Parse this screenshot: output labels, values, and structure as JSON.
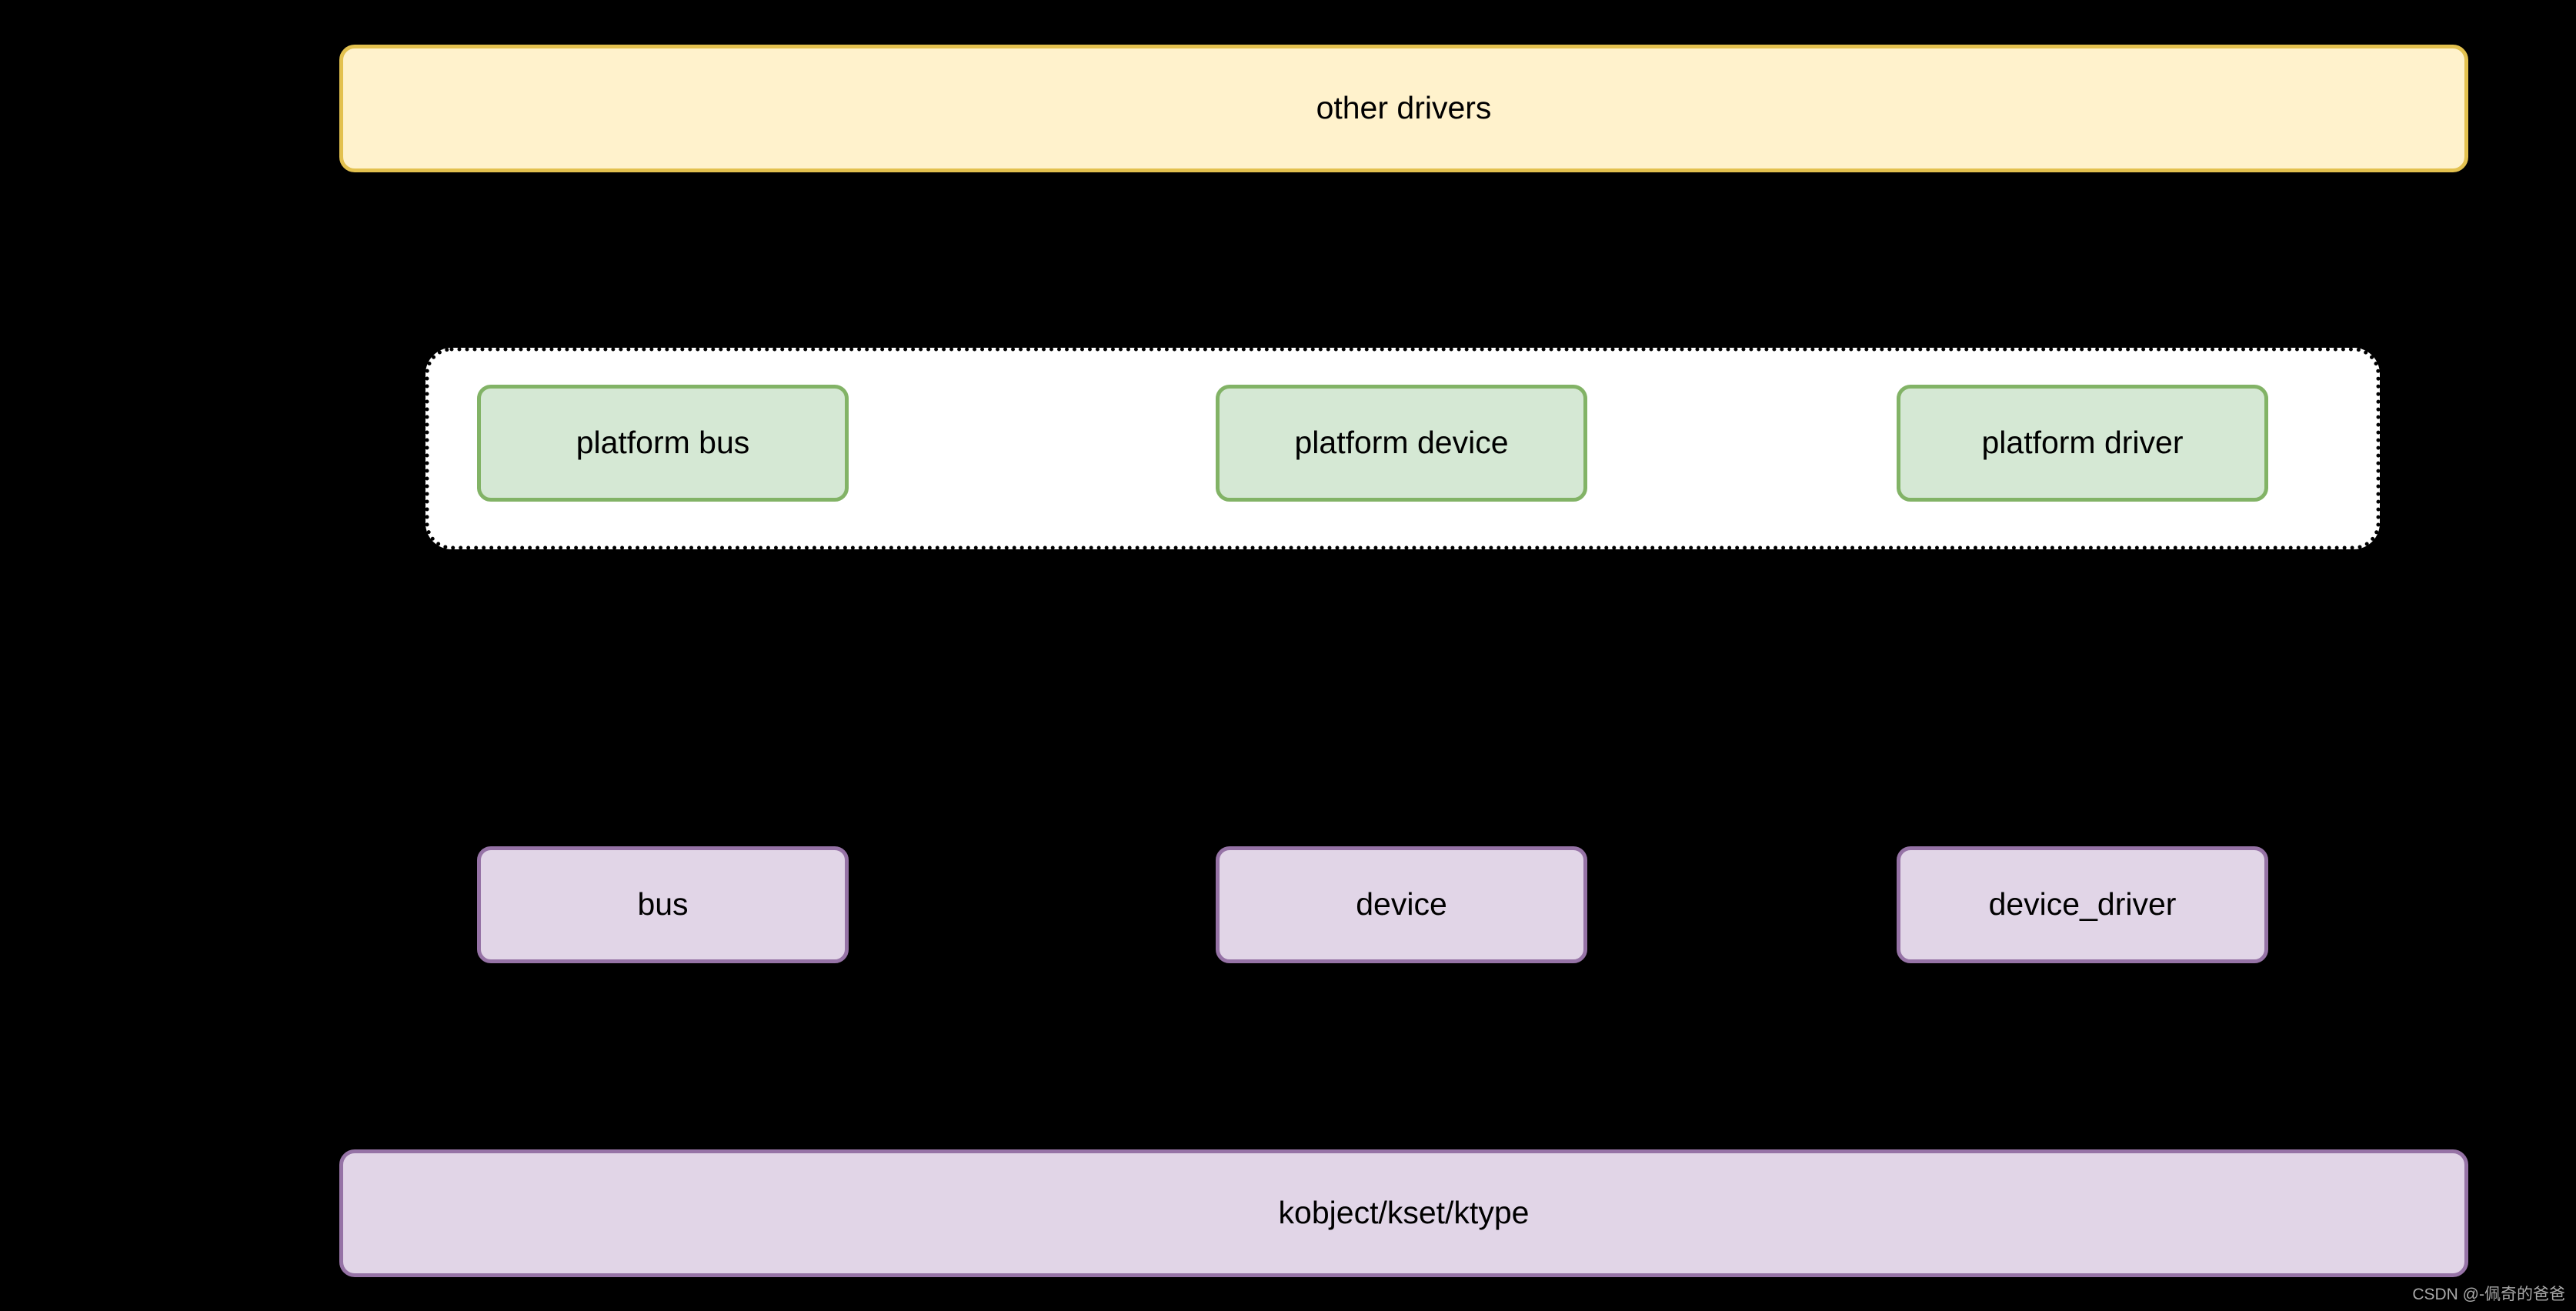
{
  "diagram": {
    "title_top": "other drivers",
    "title_bottom": "kobject/kset/ktype",
    "background_color": "#000000",
    "layers": {
      "other_drivers": {
        "label": "other drivers",
        "fill": "#fff2cc",
        "stroke": "#e3c14f"
      },
      "platform_layer": {
        "fill": "#ffffff",
        "stroke": "#000000",
        "stroke_style": "dotted",
        "nodes": [
          {
            "id": "platform-bus",
            "label": "platform bus",
            "fill": "#d5e8d4",
            "stroke": "#82b366"
          },
          {
            "id": "platform-device",
            "label": "platform device",
            "fill": "#d5e8d4",
            "stroke": "#82b366"
          },
          {
            "id": "platform-driver",
            "label": "platform driver",
            "fill": "#d5e8d4",
            "stroke": "#82b366"
          }
        ]
      },
      "core_layer": {
        "nodes": [
          {
            "id": "bus",
            "label": "bus",
            "fill": "#e1d5e7",
            "stroke": "#9673a6"
          },
          {
            "id": "device",
            "label": "device",
            "fill": "#e1d5e7",
            "stroke": "#9673a6"
          },
          {
            "id": "device_driver",
            "label": "device_driver",
            "fill": "#e1d5e7",
            "stroke": "#9673a6"
          }
        ]
      },
      "kobject_layer": {
        "label": "kobject/kset/ktype",
        "fill": "#e1d5e7",
        "stroke": "#9673a6"
      }
    },
    "edges": [
      {
        "from": "other-drivers",
        "to": "platform-device",
        "direction": "down"
      },
      {
        "from": "other-drivers",
        "to": "platform-driver",
        "direction": "down"
      },
      {
        "from": "bus",
        "to": "platform-bus",
        "direction": "up"
      },
      {
        "from": "device",
        "to": "platform-device",
        "direction": "up"
      },
      {
        "from": "device_driver",
        "to": "platform-driver",
        "direction": "up"
      }
    ]
  },
  "watermark": {
    "text": "CSDN @-佩奇的爸爸"
  }
}
